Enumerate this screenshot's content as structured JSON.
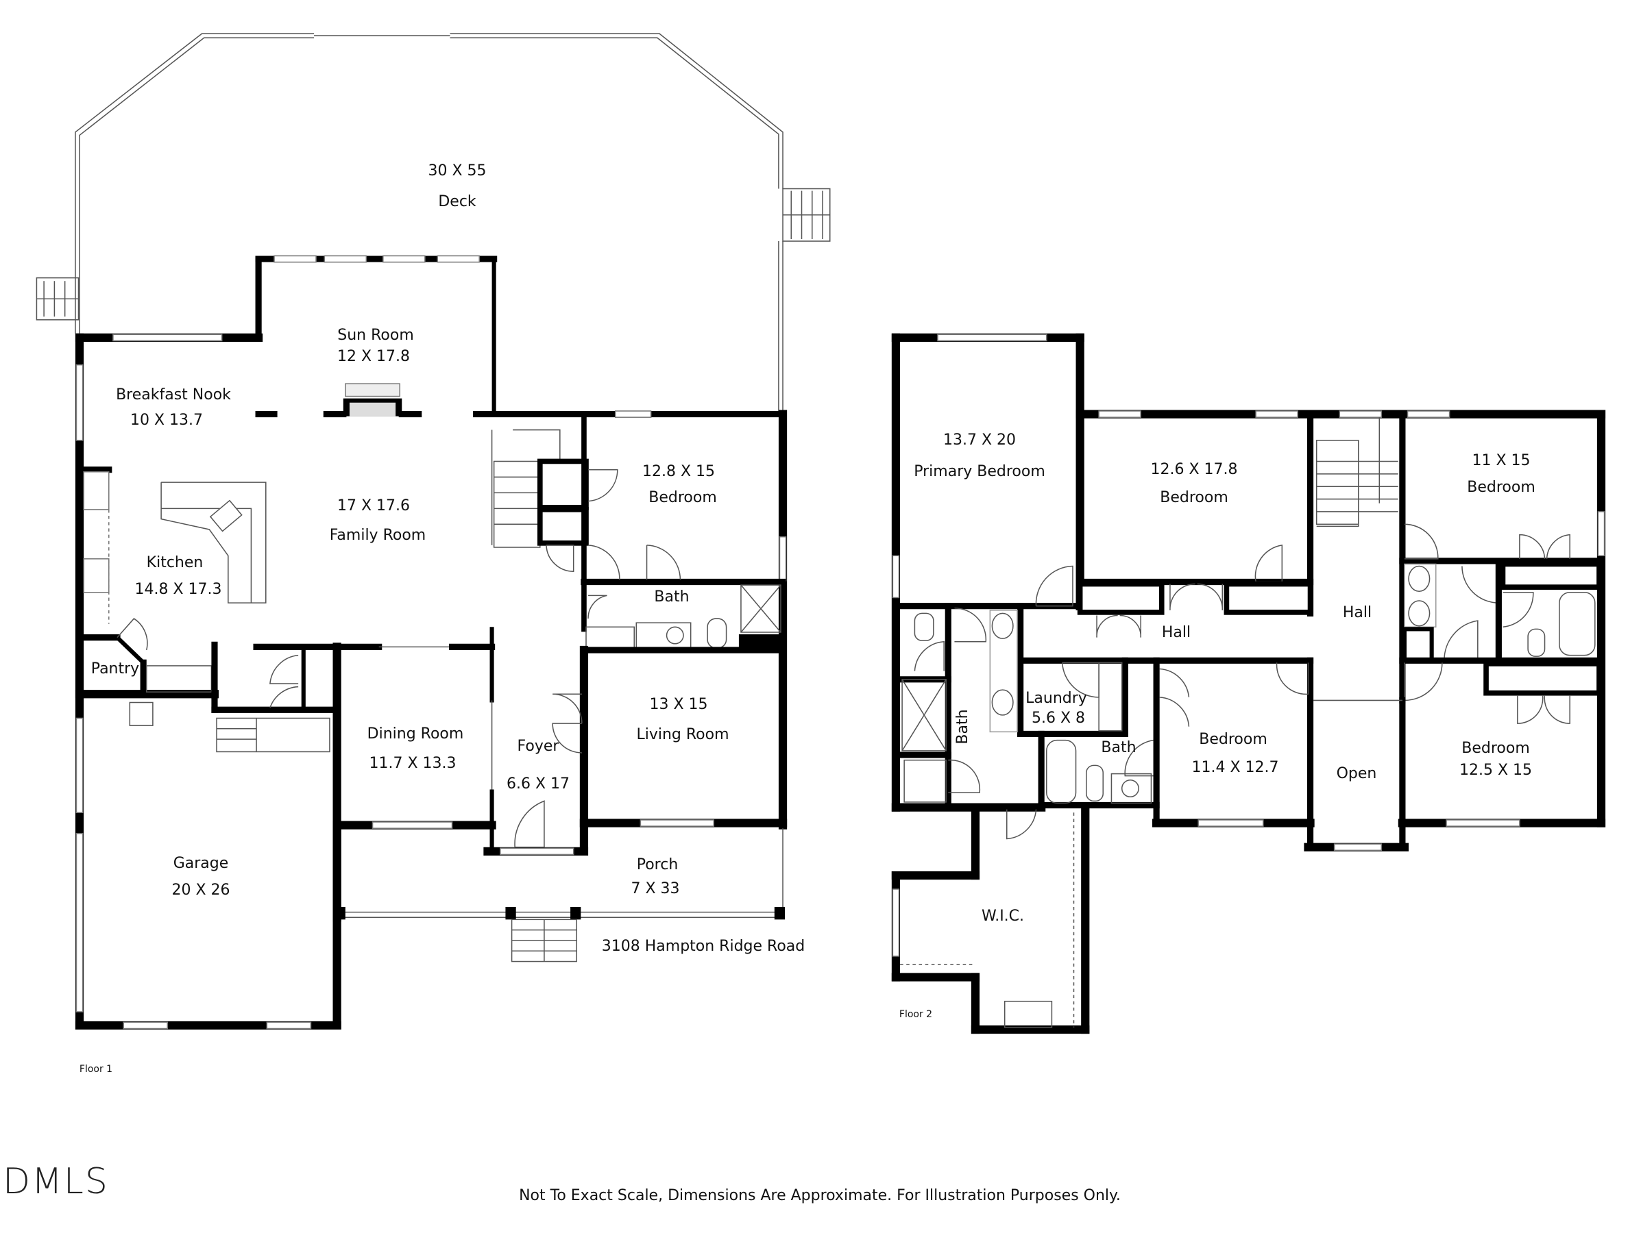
{
  "floor1": {
    "label": "Floor 1",
    "address": "3108 Hampton Ridge Road",
    "rooms": {
      "deck": {
        "name": "Deck",
        "dims": "30 X 55"
      },
      "sun_room": {
        "name": "Sun Room",
        "dims": "12 X 17.8"
      },
      "breakfast_nook": {
        "name": "Breakfast Nook",
        "dims": "10 X 13.7"
      },
      "family_room": {
        "name": "Family Room",
        "dims": "17 X 17.6"
      },
      "kitchen": {
        "name": "Kitchen",
        "dims": "14.8 X 17.3"
      },
      "bedroom": {
        "name": "Bedroom",
        "dims": "12.8 X 15"
      },
      "bath": {
        "name": "Bath"
      },
      "pantry": {
        "name": "Pantry"
      },
      "living_room": {
        "name": "Living Room",
        "dims": "13 X 15"
      },
      "dining_room": {
        "name": "Dining Room",
        "dims": "11.7 X 13.3"
      },
      "foyer": {
        "name": "Foyer",
        "dims": "6.6 X 17"
      },
      "porch": {
        "name": "Porch",
        "dims": "7 X 33"
      },
      "garage": {
        "name": "Garage",
        "dims": "20 X 26"
      }
    }
  },
  "floor2": {
    "label": "Floor 2",
    "rooms": {
      "primary_bedroom": {
        "name": "Primary Bedroom",
        "dims": "13.7 X 20"
      },
      "bedroom_a": {
        "name": "Bedroom",
        "dims": "12.6 X 17.8"
      },
      "bedroom_b": {
        "name": "Bedroom",
        "dims": "11 X 15"
      },
      "hall_upper": {
        "name": "Hall"
      },
      "hall_lower": {
        "name": "Hall"
      },
      "laundry": {
        "name": "Laundry",
        "dims": "5.6 X 8"
      },
      "primary_bath": {
        "name": "Bath"
      },
      "bath": {
        "name": "Bath"
      },
      "bedroom_c": {
        "name": "Bedroom",
        "dims": "11.4 X 12.7"
      },
      "open": {
        "name": "Open"
      },
      "bedroom_d": {
        "name": "Bedroom",
        "dims": "12.5 X 15"
      },
      "wic": {
        "name": "W.I.C."
      }
    }
  },
  "logo": "DMLS",
  "disclaimer": "Not To Exact Scale, Dimensions Are Approximate. For Illustration Purposes Only."
}
